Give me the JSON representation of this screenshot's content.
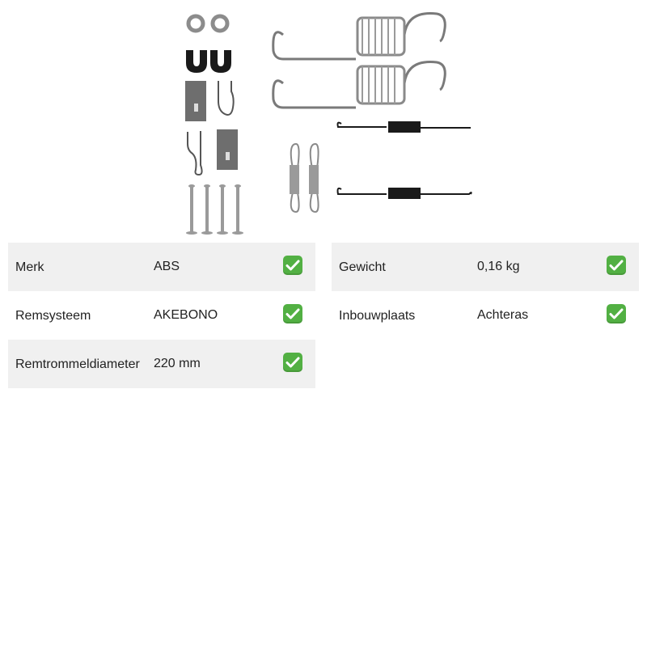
{
  "product": {
    "image_icon": "brake-spring-kit-photo"
  },
  "specs_left": [
    {
      "label": "Merk",
      "value": "ABS",
      "check_icon": "check-mark-icon"
    },
    {
      "label": "Remsysteem",
      "value": "AKEBONO",
      "check_icon": "check-mark-icon"
    },
    {
      "label": "Remtrommeldiameter",
      "value": "220 mm",
      "check_icon": "check-mark-icon"
    }
  ],
  "specs_right": [
    {
      "label": "Gewicht",
      "value": "0,16 kg",
      "check_icon": "check-mark-icon"
    },
    {
      "label": "Inbouwplaats",
      "value": "Achteras",
      "check_icon": "check-mark-icon"
    }
  ],
  "colors": {
    "row_shade": "#f0f0f0",
    "check_green": "#52b043"
  }
}
